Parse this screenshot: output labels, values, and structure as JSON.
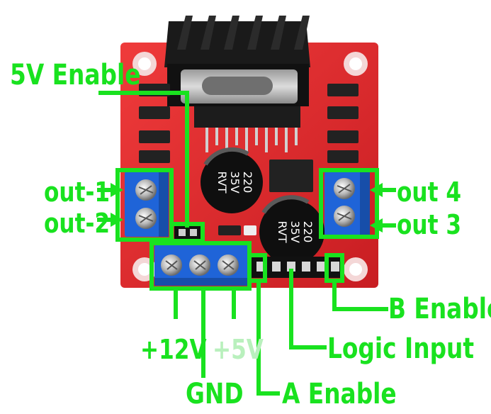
{
  "labels": {
    "five_v_enable": "5V Enable",
    "out_1": "out-1",
    "out_2": "out-2",
    "out_4": "out 4",
    "out_3": "out 3",
    "b_enable": "B Enable",
    "plus_12v": "+12V",
    "plus_5v": "+5V",
    "logic_input": "Logic Input",
    "gnd": "GND",
    "a_enable": "A Enable"
  },
  "colors": {
    "annotation_green": "#19e21f",
    "faded_label": "#b9f0bd",
    "board_red": "#e5262b",
    "terminal_blue": "#1f64d8",
    "heatsink_black": "#1a1a1a"
  },
  "capacitors": [
    {
      "lines": [
        "220",
        "35V",
        "RVT"
      ]
    },
    {
      "lines": [
        "220",
        "35V",
        "RVT"
      ]
    }
  ],
  "icons": [
    "screw-terminal-icon",
    "heatsink-icon",
    "capacitor-icon",
    "jumper-icon",
    "pin-header-icon",
    "mounting-hole-icon"
  ]
}
